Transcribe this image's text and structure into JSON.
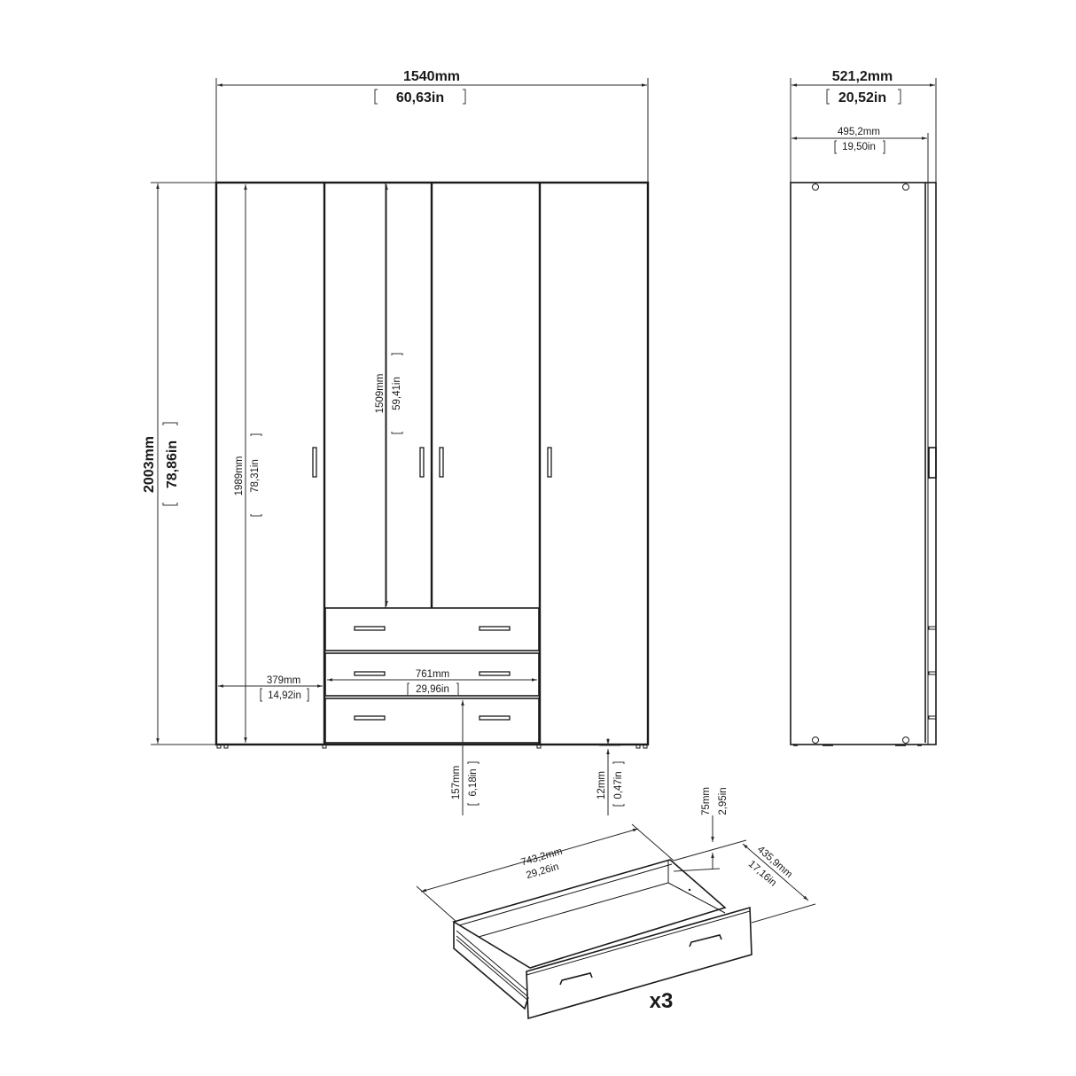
{
  "drawing": {
    "front_view": {
      "overall_width": {
        "mm": "1540mm",
        "in": "60,63in"
      },
      "overall_height": {
        "mm": "2003mm",
        "in": "78,86in"
      },
      "interior_height": {
        "mm": "1989mm",
        "in": "78,31in"
      },
      "upper_compartment_height": {
        "mm": "1509mm",
        "in": "59,41in"
      },
      "side_compartment_width": {
        "mm": "379mm",
        "in": "14,92in"
      },
      "middle_section_width": {
        "mm": "761mm",
        "in": "29,96in"
      },
      "bottom_drawer_clearance": {
        "mm": "157mm",
        "in": "6,18in"
      },
      "floor_clearance": {
        "mm": "12mm",
        "in": "0,47in"
      },
      "doors": 4,
      "drawers": 3
    },
    "side_view": {
      "overall_depth": {
        "mm": "521,2mm",
        "in": "20,52in"
      },
      "carcass_depth": {
        "mm": "495,2mm",
        "in": "19,50in"
      }
    },
    "drawer_detail": {
      "width": {
        "mm": "743,2mm",
        "in": "29,26in"
      },
      "depth": {
        "mm": "435,9mm",
        "in": "17,16in"
      },
      "height": {
        "mm": "75mm",
        "in": "2,95in"
      },
      "quantity_label": "x3"
    }
  }
}
